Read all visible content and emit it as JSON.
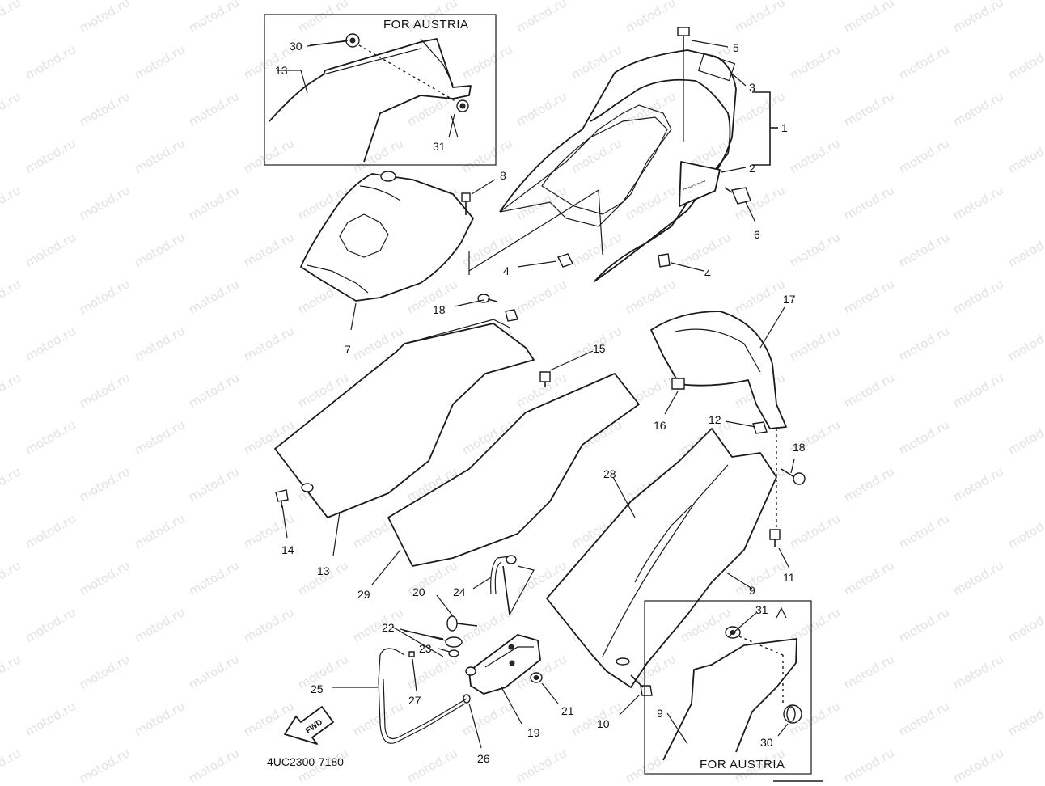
{
  "watermark": "motod.ru",
  "inset_top": {
    "header": "FOR AUSTRIA"
  },
  "inset_bottom": {
    "header": "FOR AUSTRIA"
  },
  "drawing_code": "4UC2300-7180",
  "fwd_label": "FWD",
  "callouts": {
    "c1": "1",
    "c2": "2",
    "c3": "3",
    "c4a": "4",
    "c4b": "4",
    "c5": "5",
    "c6": "6",
    "c7": "7",
    "c8": "8",
    "c9a": "9",
    "c9b": "9",
    "c10": "10",
    "c11": "11",
    "c12": "12",
    "c13a": "13",
    "c13b": "13",
    "c14": "14",
    "c15": "15",
    "c16": "16",
    "c17": "17",
    "c18a": "18",
    "c18b": "18",
    "c19": "19",
    "c20": "20",
    "c21": "21",
    "c22": "22",
    "c23": "23",
    "c24": "24",
    "c25": "25",
    "c26": "26",
    "c27": "27",
    "c28": "28",
    "c29": "29",
    "c30a": "30",
    "c30b": "30",
    "c31a": "31",
    "c31b": "31"
  }
}
